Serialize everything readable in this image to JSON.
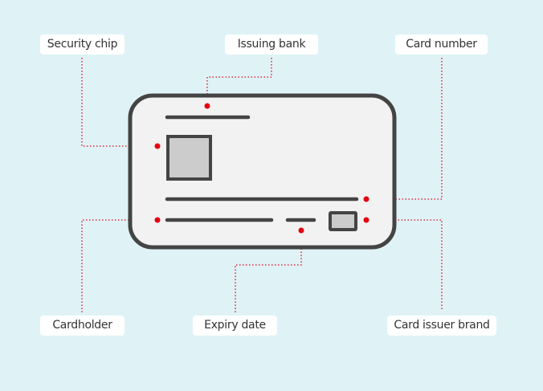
{
  "labels": {
    "security_chip": "Security chip",
    "issuing_bank": "Issuing bank",
    "card_number": "Card number",
    "cardholder": "Cardholder",
    "expiry_date": "Expiry date",
    "card_issuer_brand": "Card issuer brand"
  },
  "colors": {
    "background": "#dff3f7",
    "accent": "#e3000f",
    "card_fill": "#f2f2f2",
    "card_stroke": "#444444"
  }
}
